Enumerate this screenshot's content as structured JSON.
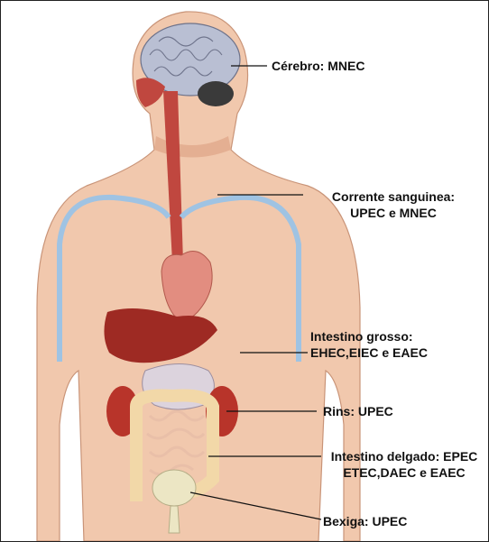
{
  "labels": {
    "cerebro": {
      "line1": "Cérebro: MNEC"
    },
    "corrente": {
      "line1": "Corrente sanguinea:",
      "line2": "UPEC e MNEC"
    },
    "intestino_grosso": {
      "line1": "Intestino grosso:",
      "line2": "EHEC,EIEC e EAEC"
    },
    "rins": {
      "line1": "Rins: UPEC"
    },
    "intestino_delgado": {
      "line1": "Intestino delgado: EPEC",
      "line2": "ETEC,DAEC e EAEC"
    },
    "bexiga": {
      "line1": "Bexiga: UPEC"
    }
  },
  "colors": {
    "skin": "#f1c8ad",
    "skin_shadow": "#e4af92",
    "brain": "#b9bfd3",
    "cerebellum": "#3a3a3a",
    "airway": "#c0473f",
    "vessels": "#9fc3e3",
    "heart": "#e28d80",
    "liver": "#9e2a23",
    "stomach": "#dcd3dd",
    "kidney": "#b8342a",
    "large_intestine": "#f2d8a8",
    "bladder": "#ece6c4"
  }
}
